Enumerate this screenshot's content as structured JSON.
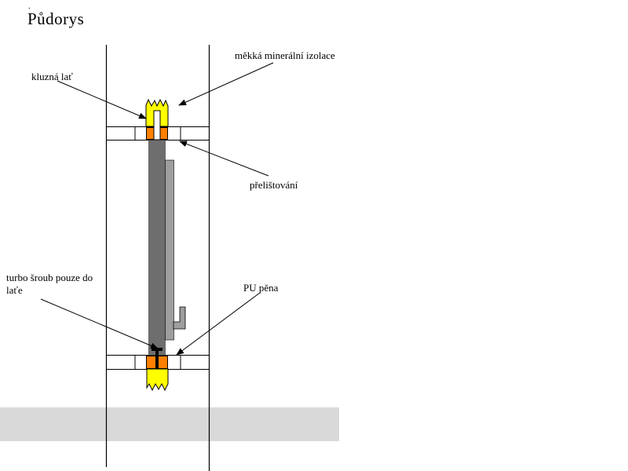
{
  "title": "Půdorys",
  "mark": ".",
  "labels": {
    "mineral_insulation": "měkká minerální izolace",
    "sliding_lath": "kluzná lať",
    "cover_lath": "přelištování",
    "turbo_screw": "turbo šroub pouze do laťe",
    "pu_foam": "PU pěna"
  },
  "colors": {
    "insulation": "#ffff00",
    "foam": "#ff8000",
    "frame_dark": "#6e6e6e",
    "frame_light": "#9e9e9e",
    "lath_white": "#ffffff",
    "band": "#d9d9d9"
  }
}
